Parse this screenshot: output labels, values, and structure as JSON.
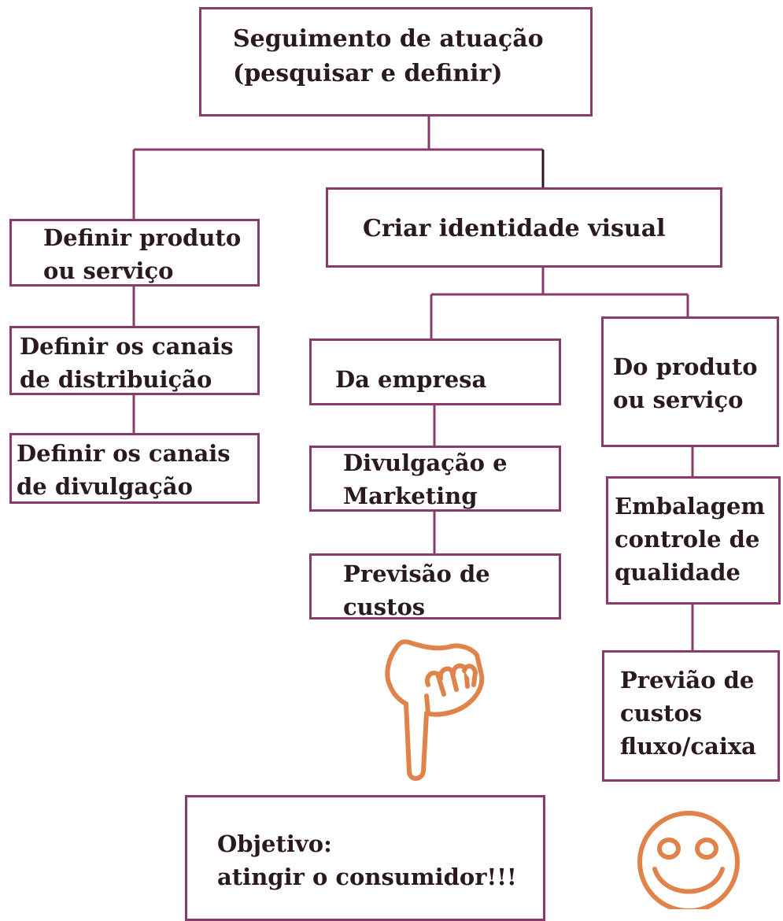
{
  "colors": {
    "border": "#8a3b6c",
    "connector": "#8a3b6c",
    "text": "#2a1a20",
    "icon_stroke": "#e0834a",
    "icon_fill": "#ffffff"
  },
  "nodes": {
    "root": {
      "line1": "Seguimento de atuação",
      "line2": "(pesquisar e definir)"
    },
    "definir_produto": {
      "line1": "Definir produto",
      "line2": "ou serviço"
    },
    "canais_distribuicao": {
      "line1": "Definir os canais",
      "line2": "de distribuição"
    },
    "canais_divulgacao": {
      "line1": "Definir os canais",
      "line2": "de divulgação"
    },
    "identidade_visual": {
      "line1": "Criar identidade visual"
    },
    "da_empresa": {
      "line1": "Da empresa"
    },
    "divulgacao_marketing": {
      "line1": "Divulgação e",
      "line2": "Marketing"
    },
    "previsao_custos": {
      "line1": "Previsão de",
      "line2": "custos"
    },
    "do_produto": {
      "line1": "Do produto",
      "line2": "ou serviço"
    },
    "embalagem": {
      "line1": "Embalagem",
      "line2": "controle de",
      "line3": "qualidade"
    },
    "previao_custos_fluxo": {
      "line1": "Previão de",
      "line2": "custos",
      "line3": "fluxo/caixa"
    },
    "objetivo": {
      "line1": "Objetivo:",
      "line2": "atingir o consumidor!!!"
    }
  },
  "icons": {
    "pointing": "pointing-hand-icon",
    "smile": "smiley-face-icon"
  }
}
